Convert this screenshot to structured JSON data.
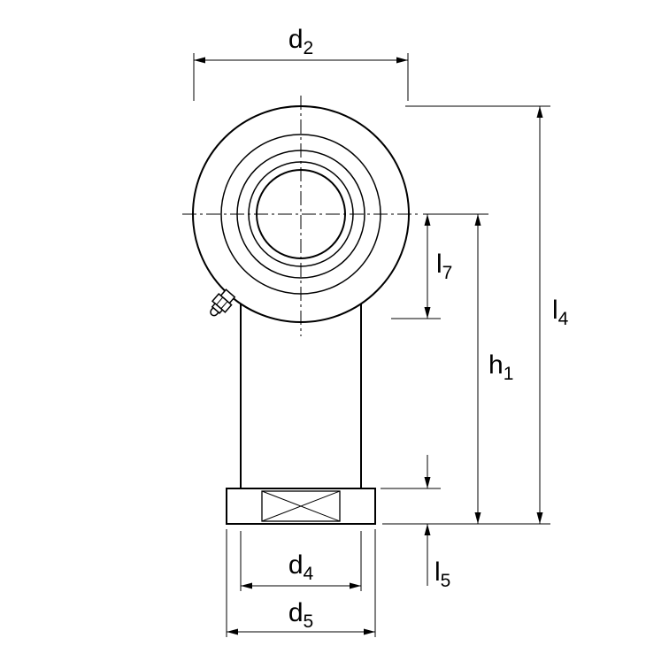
{
  "diagram": {
    "type": "technical-drawing",
    "subject": "rod end spherical plain bearing with grease nipple, dimensioned",
    "colors": {
      "line": "#000000",
      "background": "#ffffff"
    },
    "labels": {
      "d2": {
        "base": "d",
        "sub": "2"
      },
      "l4": {
        "base": "l",
        "sub": "4"
      },
      "l7": {
        "base": "l",
        "sub": "7"
      },
      "h1": {
        "base": "h",
        "sub": "1"
      },
      "l5": {
        "base": "l",
        "sub": "5"
      },
      "d4": {
        "base": "d",
        "sub": "4"
      },
      "d5": {
        "base": "d",
        "sub": "5"
      }
    },
    "dimension_names": [
      "d2",
      "l4",
      "l7",
      "h1",
      "l5",
      "d4",
      "d5"
    ]
  }
}
